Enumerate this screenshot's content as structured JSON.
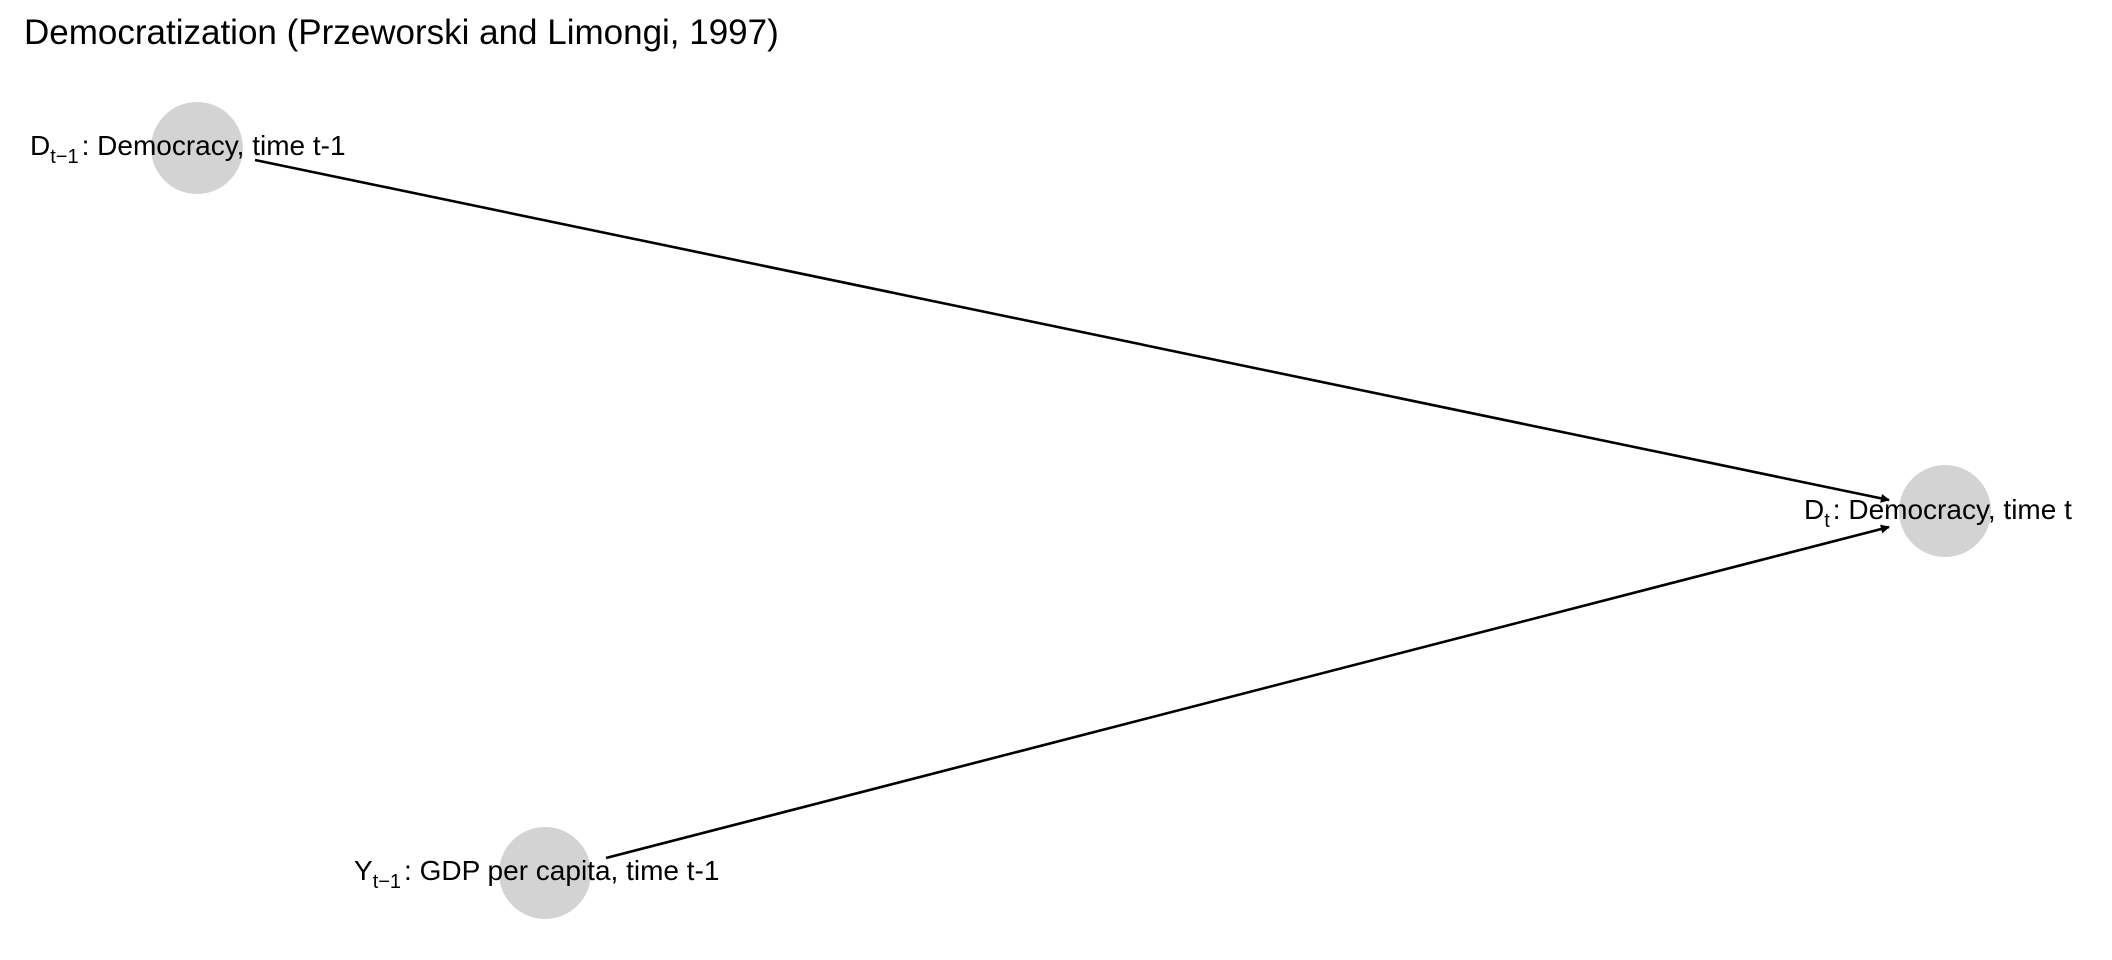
{
  "title": "Democratization (Przeworski and Limongi, 1997)",
  "colors": {
    "node_fill": "#d3d3d3",
    "edge": "#000000",
    "text": "#000000",
    "background": "#ffffff"
  },
  "nodes": [
    {
      "id": "D_t1",
      "symbol": "D",
      "subscript": "t−1",
      "description": ": Democracy, time t-1"
    },
    {
      "id": "Y_t1",
      "symbol": "Y",
      "subscript": "t−1",
      "description": ": GDP per capita, time t-1"
    },
    {
      "id": "D_t",
      "symbol": "D",
      "subscript": "t",
      "description": ": Democracy, time t"
    }
  ],
  "edges": [
    {
      "from": "D_t1",
      "to": "D_t"
    },
    {
      "from": "Y_t1",
      "to": "D_t"
    }
  ]
}
